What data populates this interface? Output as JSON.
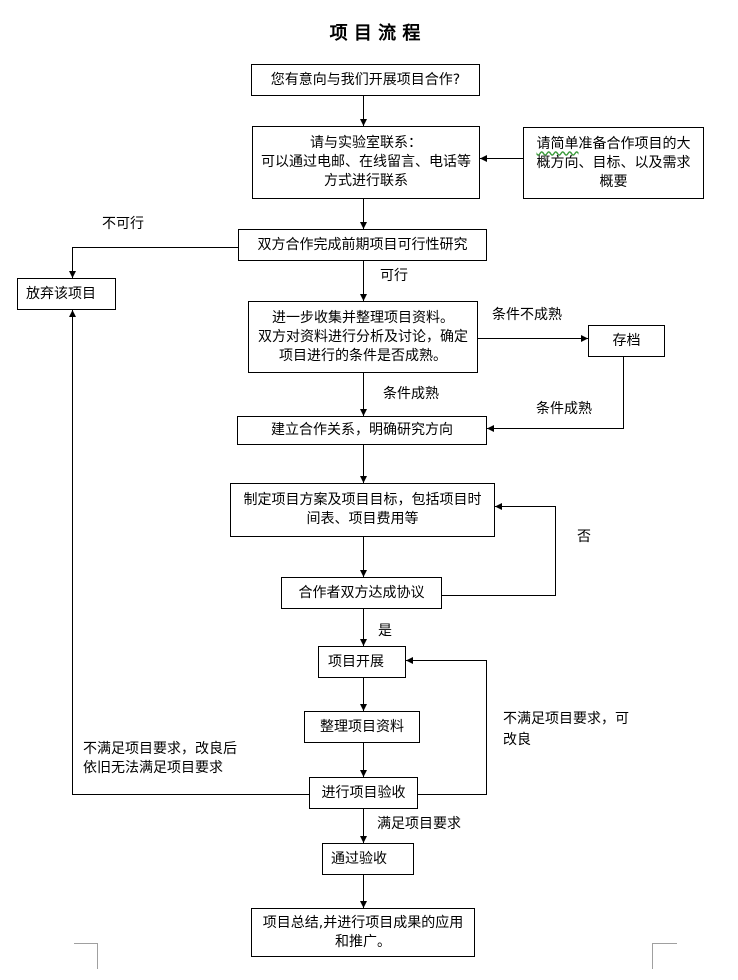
{
  "title": "项 目 流 程",
  "nodes": {
    "intent": {
      "lines": [
        "您有意向与我们开展项目合作?"
      ]
    },
    "contact": {
      "lines": [
        "请与实验室联系：",
        "可以通过电邮、在线留言、电话等",
        "方式进行联系"
      ]
    },
    "prepare": {
      "line1_flagged": "请简单",
      "line1_rest": "准备合作项目的大",
      "lines": [
        "",
        "概方向、目标、以及需求",
        "概要"
      ]
    },
    "feasibility": {
      "lines": [
        "双方合作完成前期项目可行性研究"
      ]
    },
    "abandon": {
      "lines": [
        "放弃该项目"
      ]
    },
    "collect": {
      "lines": [
        "进一步收集并整理项目资料。",
        "双方对资料进行分析及讨论，确定",
        "项目进行的条件是否成熟。"
      ]
    },
    "archive": {
      "lines": [
        "存档"
      ]
    },
    "establish": {
      "lines": [
        "建立合作关系，明确研究方向"
      ]
    },
    "plan": {
      "lines": [
        "制定项目方案及项目目标，包括项目时",
        "间表、项目费用等"
      ]
    },
    "agreement": {
      "lines": [
        "合作者双方达成协议"
      ]
    },
    "launch": {
      "lines": [
        "项目开展"
      ]
    },
    "organize": {
      "lines": [
        "整理项目资料"
      ]
    },
    "acceptance": {
      "lines": [
        "进行项目验收"
      ]
    },
    "passed": {
      "lines": [
        "通过验收"
      ]
    },
    "summary": {
      "lines": [
        "项目总结,并进行项目成果的应用",
        "和推广。"
      ]
    }
  },
  "edge_labels": {
    "not_feasible": "不可行",
    "feasible": "可行",
    "conditions_immature": "条件不成熟",
    "conditions_mature_main": "条件成熟",
    "conditions_mature_archive": "条件成熟",
    "no": "否",
    "yes": "是",
    "improvable": [
      "不满足项目要求，可",
      "改良"
    ],
    "not_improvable": [
      "不满足项目要求，改良后",
      "依旧无法满足项目要求"
    ],
    "requirements_met": "满足项目要求"
  },
  "edges": [
    {
      "from": "intent",
      "to": "contact"
    },
    {
      "from": "prepare",
      "to": "contact"
    },
    {
      "from": "contact",
      "to": "feasibility"
    },
    {
      "from": "feasibility",
      "to": "abandon",
      "label": "not_feasible"
    },
    {
      "from": "feasibility",
      "to": "collect",
      "label": "feasible"
    },
    {
      "from": "collect",
      "to": "archive",
      "label": "conditions_immature"
    },
    {
      "from": "collect",
      "to": "establish",
      "label": "conditions_mature_main"
    },
    {
      "from": "archive",
      "to": "establish",
      "label": "conditions_mature_archive"
    },
    {
      "from": "establish",
      "to": "plan"
    },
    {
      "from": "plan",
      "to": "agreement"
    },
    {
      "from": "agreement",
      "to": "plan",
      "label": "no"
    },
    {
      "from": "agreement",
      "to": "launch",
      "label": "yes"
    },
    {
      "from": "launch",
      "to": "organize"
    },
    {
      "from": "organize",
      "to": "acceptance"
    },
    {
      "from": "acceptance",
      "to": "launch",
      "label": "improvable"
    },
    {
      "from": "acceptance",
      "to": "abandon",
      "label": "not_improvable"
    },
    {
      "from": "acceptance",
      "to": "passed",
      "label": "requirements_met"
    },
    {
      "from": "passed",
      "to": "summary"
    }
  ]
}
